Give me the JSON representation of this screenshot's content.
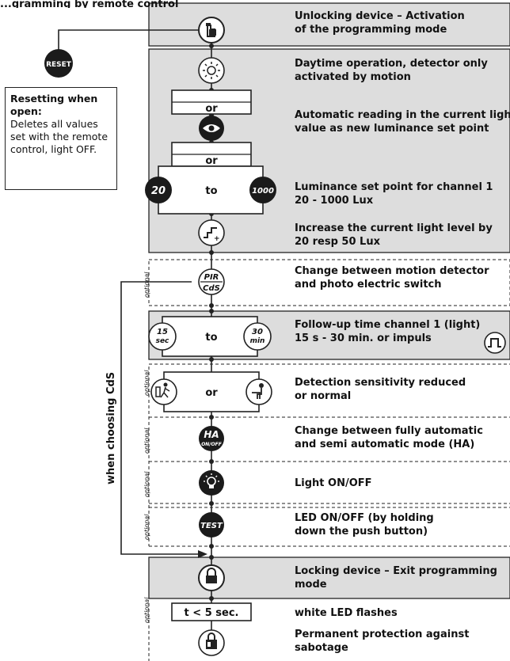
{
  "header": {
    "title_fragment": "...gramming by remote control"
  },
  "reset": {
    "button_label": "RESET"
  },
  "note": {
    "heading": "Resetting when open:",
    "body": "Deletes all values set with the remote control, light OFF."
  },
  "side_label": "when choosing CdS",
  "optional_label": "optional",
  "or_label": "or",
  "to_label": "to",
  "icons": {
    "lux_min": "20",
    "lux_max": "1000",
    "pir_top": "PIR",
    "pir_bottom": "CdS",
    "time_min_num": "15",
    "time_min_unit": "sec",
    "time_max_num": "30",
    "time_max_unit": "min",
    "ha_top": "HA",
    "ha_bottom": "ON/OFF",
    "test": "TEST",
    "timer_box": "t < 5 sec."
  },
  "steps": [
    {
      "line1": "Unlocking device – Activation",
      "line2": "of the programming mode"
    },
    {
      "line1": "Daytime operation, detector only",
      "line2": "activated by motion"
    },
    {
      "line1": "Automatic reading in the current light",
      "line2": "value as new luminance set point"
    },
    {
      "line1": "Luminance set point for channel 1",
      "line2": "20 - 1000 Lux"
    },
    {
      "line1": "Increase the current light level by",
      "line2": "20 resp 50 Lux"
    },
    {
      "line1": "Change between motion detector",
      "line2": "and photo electric switch"
    },
    {
      "line1": "Follow-up time channel 1 (light)",
      "line2": "15 s - 30 min. or impuls"
    },
    {
      "line1": "Detection sensitivity reduced",
      "line2": "or normal"
    },
    {
      "line1": "Change between fully automatic",
      "line2": "and semi automatic mode (HA)"
    },
    {
      "line1": "Light ON/OFF",
      "line2": ""
    },
    {
      "line1": "LED ON/OFF (by holding",
      "line2": "down the push button)"
    },
    {
      "line1": "Locking device – Exit programming",
      "line2": "mode"
    },
    {
      "line1": "white LED flashes",
      "line2": ""
    },
    {
      "line1": "Permanent protection against",
      "line2": "sabotage"
    }
  ]
}
